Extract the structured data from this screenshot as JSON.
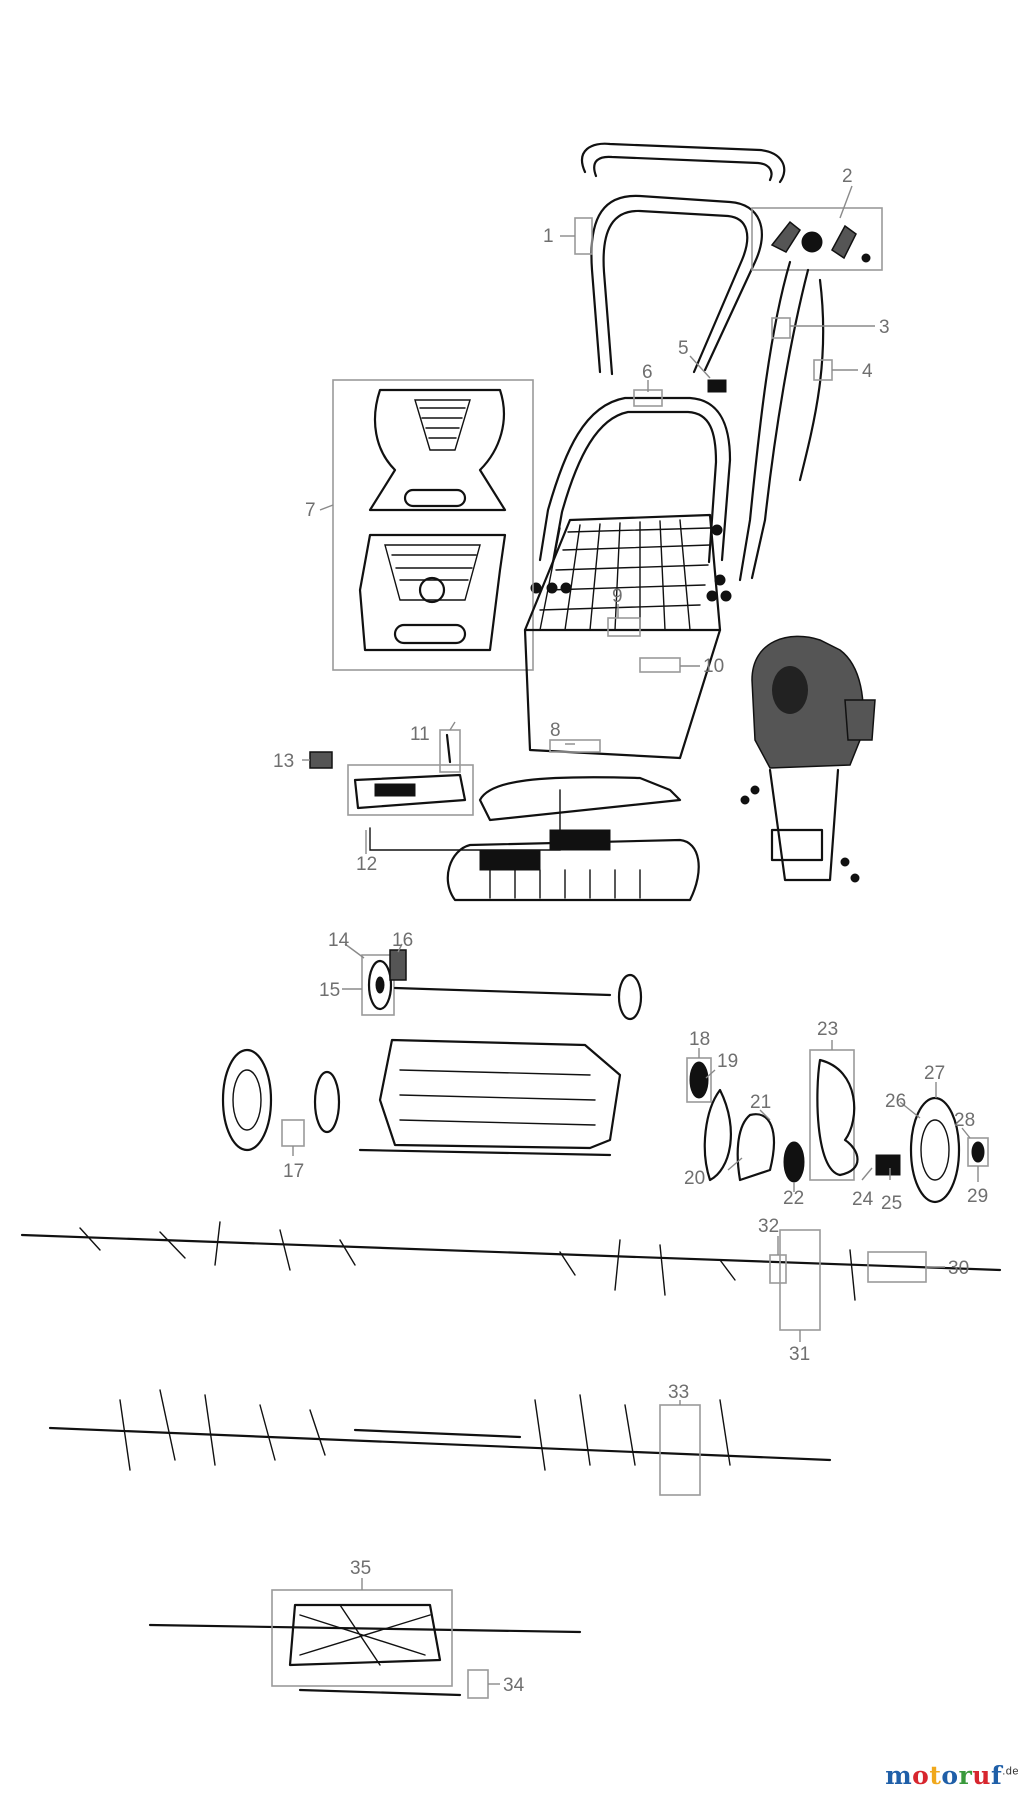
{
  "parts": [
    "1",
    "2",
    "3",
    "4",
    "5",
    "6",
    "7",
    "8",
    "9",
    "10",
    "11",
    "12",
    "13",
    "14",
    "15",
    "16",
    "17",
    "18",
    "19",
    "20",
    "21",
    "22",
    "23",
    "24",
    "25",
    "26",
    "27",
    "28",
    "29",
    "30",
    "31",
    "32",
    "33",
    "34",
    "35"
  ],
  "watermark": {
    "text": "motoruf",
    "suffix": ".de",
    "letter_colors": [
      "#1f5fa8",
      "#d7262e",
      "#f0a81c",
      "#1f5fa8",
      "#3a9a3c",
      "#d7262e",
      "#1f5fa8"
    ]
  }
}
